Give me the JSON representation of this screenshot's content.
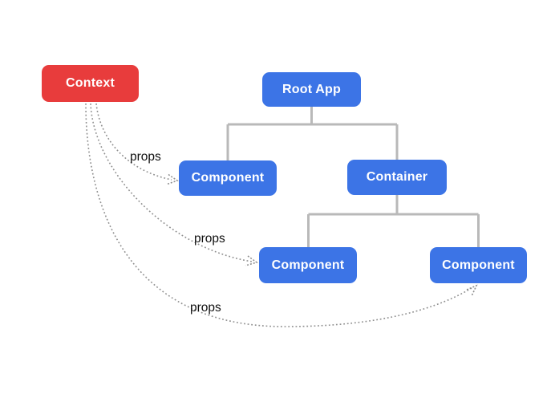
{
  "nodes": [
    {
      "id": "context",
      "label": "Context",
      "kind": "context-provider"
    },
    {
      "id": "root-app",
      "label": "Root App",
      "kind": "component"
    },
    {
      "id": "component-1",
      "label": "Component",
      "kind": "component"
    },
    {
      "id": "container",
      "label": "Container",
      "kind": "component"
    },
    {
      "id": "component-2",
      "label": "Component",
      "kind": "component"
    },
    {
      "id": "component-3",
      "label": "Component",
      "kind": "component"
    }
  ],
  "edges": [
    {
      "from": "context",
      "to": "component-1",
      "label": "props"
    },
    {
      "from": "context",
      "to": "component-2",
      "label": "props"
    },
    {
      "from": "context",
      "to": "component-3",
      "label": "props"
    }
  ],
  "colors": {
    "context_red": "#e83c3c",
    "node_blue": "#3c74e6",
    "node_text": "#ffffff",
    "tree_line_gray": "#b9b9b9",
    "arrow_dot_gray": "#8f8f8f",
    "label_text": "#111111",
    "background": "#ffffff"
  }
}
